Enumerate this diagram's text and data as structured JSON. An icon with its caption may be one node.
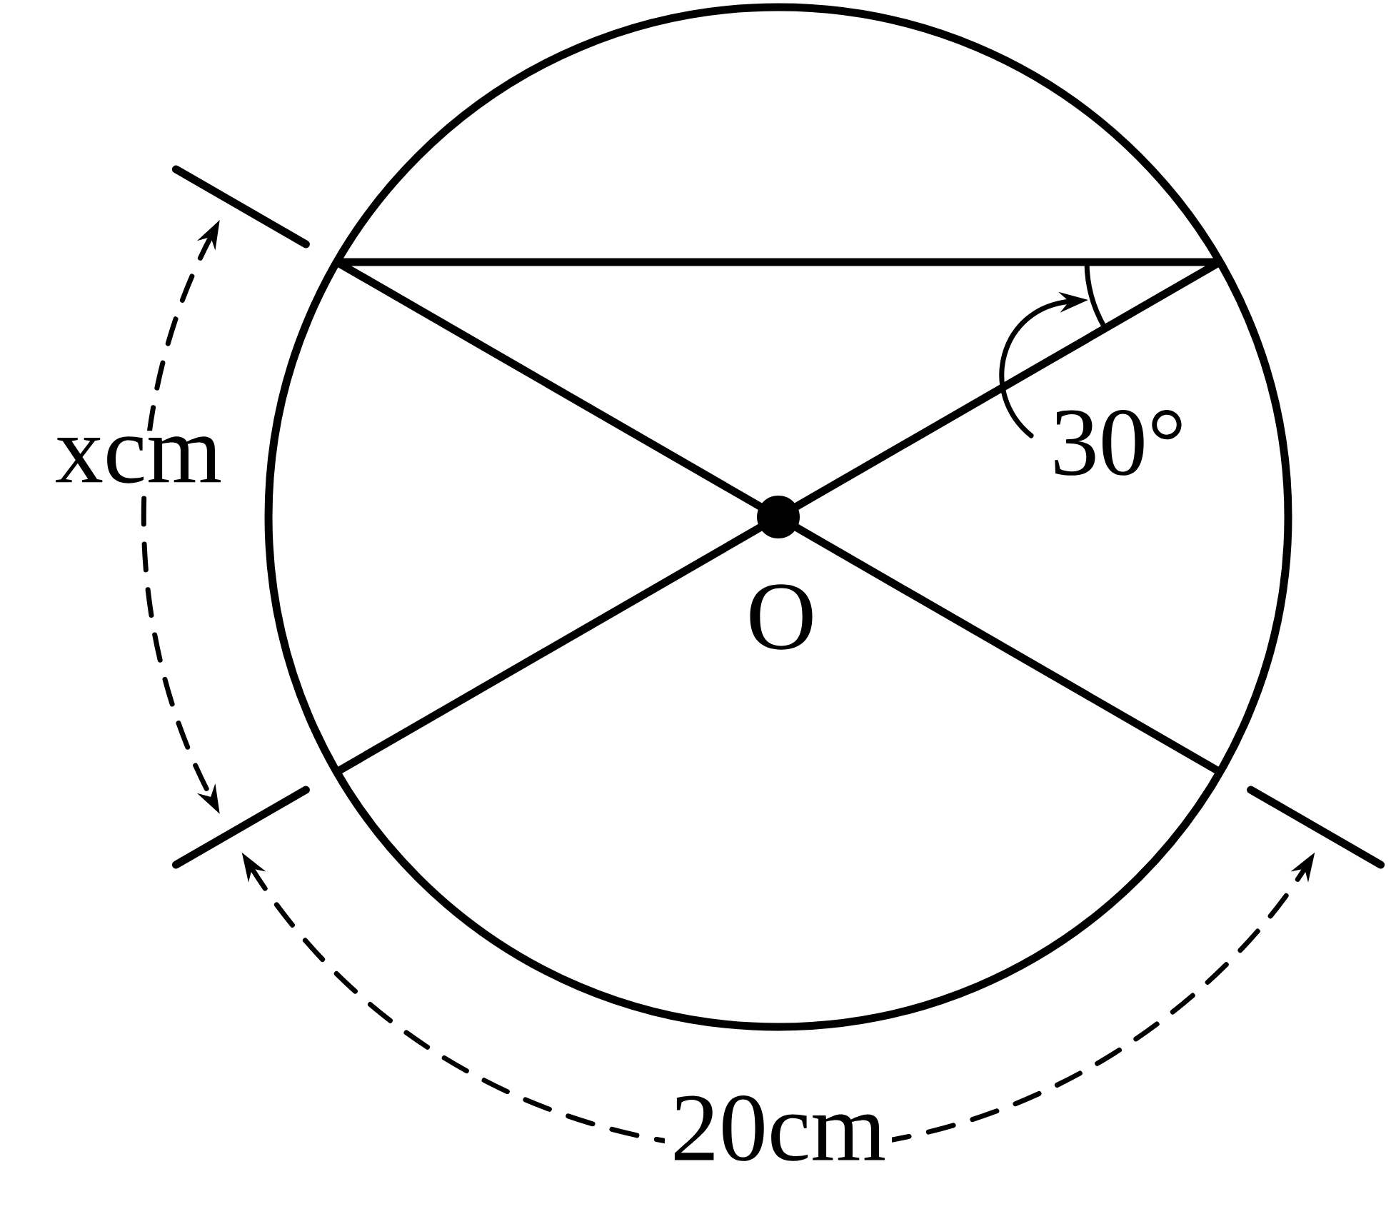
{
  "diagram": {
    "labels": [
      "xcm",
      "30°",
      "O",
      "20cm"
    ]
  }
}
